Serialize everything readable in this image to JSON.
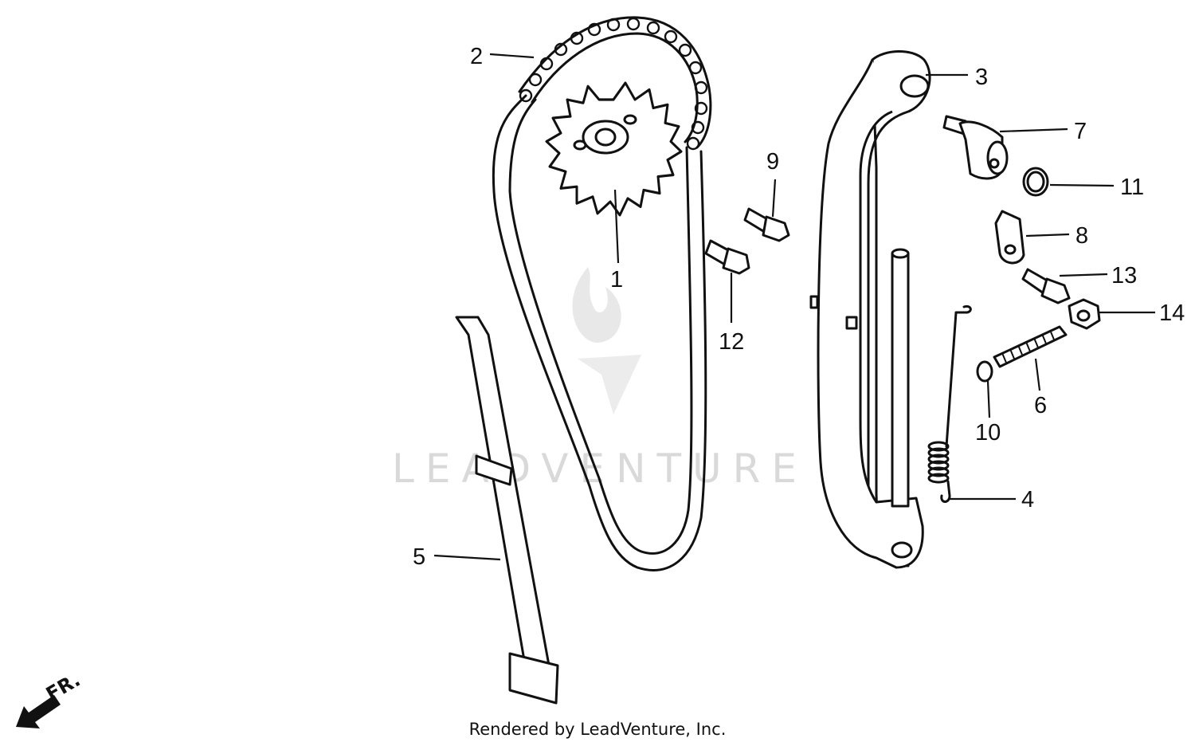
{
  "diagram": {
    "callouts": [
      {
        "id": "1",
        "label": "1"
      },
      {
        "id": "2",
        "label": "2"
      },
      {
        "id": "3",
        "label": "3"
      },
      {
        "id": "4",
        "label": "4"
      },
      {
        "id": "5",
        "label": "5"
      },
      {
        "id": "6",
        "label": "6"
      },
      {
        "id": "7",
        "label": "7"
      },
      {
        "id": "8",
        "label": "8"
      },
      {
        "id": "9",
        "label": "9"
      },
      {
        "id": "10",
        "label": "10"
      },
      {
        "id": "11",
        "label": "11"
      },
      {
        "id": "12",
        "label": "12"
      },
      {
        "id": "13",
        "label": "13"
      },
      {
        "id": "14",
        "label": "14"
      }
    ],
    "front_marker": "FR.",
    "watermark": "LEADVENTURE",
    "footer": "Rendered by LeadVenture, Inc."
  },
  "colors": {
    "ink": "#111111",
    "background": "#ffffff",
    "watermark": "#d9d9d9"
  }
}
